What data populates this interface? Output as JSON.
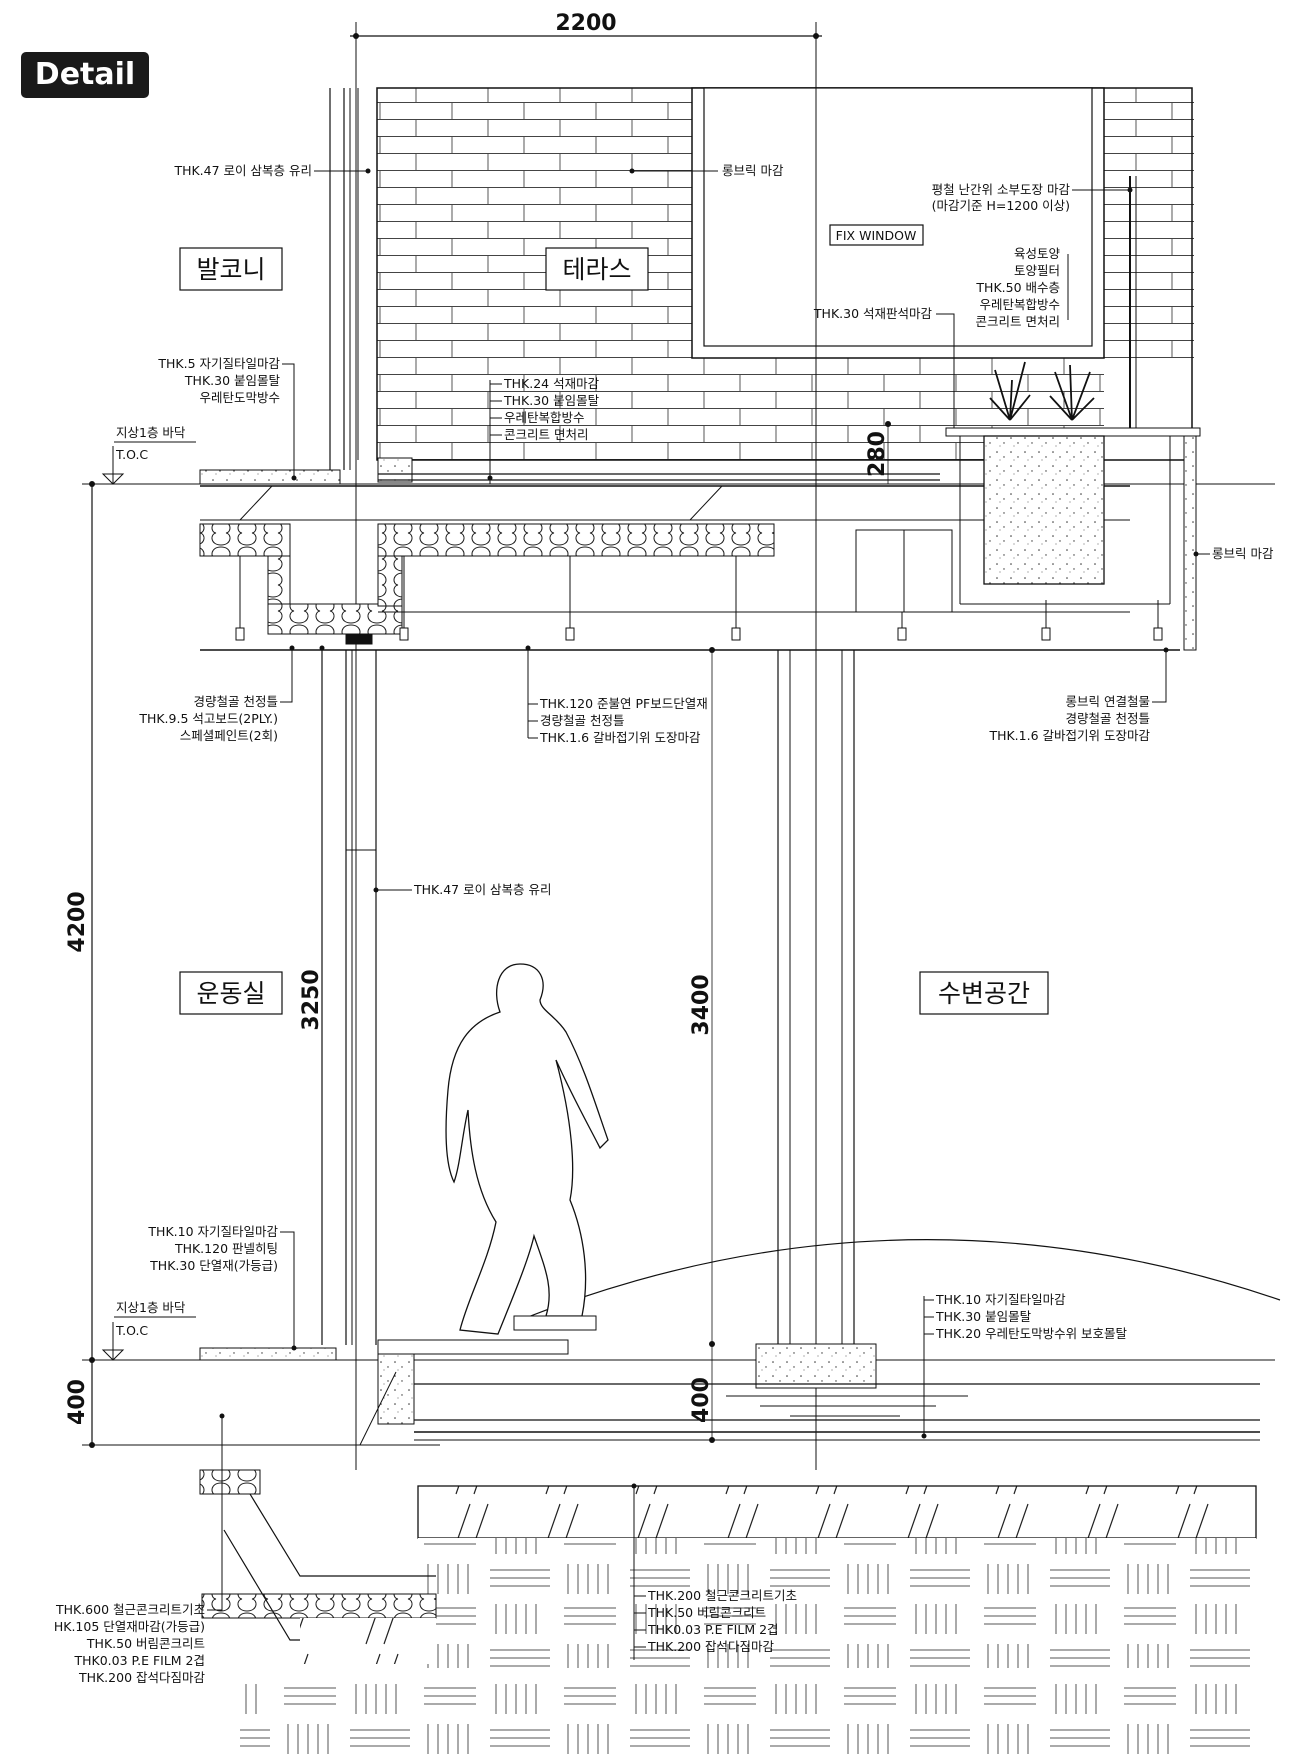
{
  "badge": "Detail",
  "dimensions": {
    "top_width": "2200",
    "left_total": "4200",
    "left_base": "400",
    "glass_height": "3250",
    "column_height": "3400",
    "column_base": "400",
    "parapet": "280"
  },
  "rooms": {
    "balcony": "발코니",
    "terrace": "테라스",
    "gym": "운동실",
    "waterside": "수변공간"
  },
  "fix_window": "FIX WINDOW",
  "levels": {
    "upper_floor": "지상1층 바닥",
    "upper_toc": "T.O.C",
    "lower_floor": "지상1층 바닥",
    "lower_toc": "T.O.C"
  },
  "notes": {
    "glass_upper": "THK.47 로이 삼복층 유리",
    "long_brick_top": "롱브릭 마감",
    "railing_1": "평철 난간위 소부도장 마감",
    "railing_2": "(마감기준 H=1200 이상)",
    "planter": [
      "육성토양",
      "토양필터",
      "THK.50 배수층",
      "우레탄복합방수",
      "콘크리트 면처리"
    ],
    "stone_panel": "THK.30 석재판석마감",
    "balcony_floor": [
      "THK.5 자기질타일마감",
      "THK.30 붙임몰탈",
      "우레탄도막방수"
    ],
    "terrace_floor": [
      "THK.24 석재마감",
      "THK.30 붙임몰탈",
      "우레탄복합방수",
      "콘크리트 면처리"
    ],
    "long_brick_right": "롱브릭 마감",
    "ceiling_left": [
      "경량철골 천정틀",
      "THK.9.5 석고보드(2PLY.)",
      "스페셜페인트(2회)"
    ],
    "ceiling_mid": [
      "THK.120 준불연 PF보드단열재",
      "경량철골 천정틀",
      "THK.1.6 갈바접기위 도장마감"
    ],
    "ceiling_right": [
      "롱브릭 연결철물",
      "경량철골 천정틀",
      "THK.1.6 갈바접기위 도장마감"
    ],
    "glass_lower": "THK.47 로이 삼복층 유리",
    "gym_floor": [
      "THK.10 자기질타일마감",
      "THK.120 판넬히팅",
      "THK.30 단열재(가등급)"
    ],
    "water_floor": [
      "THK.10 자기질타일마감",
      "THK.30 붙임몰탈",
      "THK.20 우레탄도막방수위 보호몰탈"
    ],
    "foundation_left": [
      "THK.600 철근콘크리트기초",
      "HK.105 단열재마감(가등급)",
      "THK.50 버림콘크리트",
      "THK0.03 P.E FILM 2겹",
      "THK.200 잡석다짐마감"
    ],
    "foundation_mid": [
      "THK.200 철근콘크리트기초",
      "THK.50 버림콘크리트",
      "THK0.03 P.E FILM 2겹",
      "THK.200 잡석다짐마감"
    ]
  }
}
